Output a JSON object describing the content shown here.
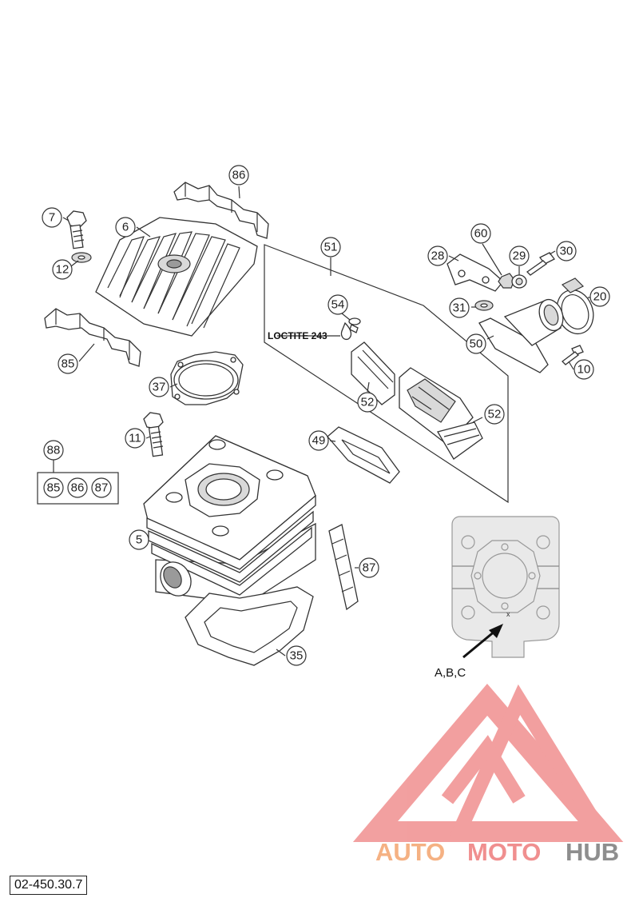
{
  "callouts": {
    "c86": "86",
    "c7": "7",
    "c6": "6",
    "c12": "12",
    "c85": "85",
    "c37": "37",
    "c51": "51",
    "c54": "54",
    "c52a": "52",
    "c52b": "52",
    "c49": "49",
    "c60": "60",
    "c28": "28",
    "c29": "29",
    "c30": "30",
    "c20": "20",
    "c31": "31",
    "c50": "50",
    "c10": "10",
    "c11": "11",
    "c88": "88",
    "c5": "5",
    "c87": "87",
    "c35": "35"
  },
  "kit_contents": [
    "85",
    "86",
    "87"
  ],
  "loctite_label": "LOCTITE 243",
  "inset": {
    "mark_label": "x",
    "reference_label": "A,B,C"
  },
  "logo": {
    "part1": "AUTO",
    "part2": "MOTO",
    "part3": "HUB",
    "colors": {
      "orange": "#f5b183",
      "pink": "#f08f8f",
      "gray": "#8e8e8e"
    }
  },
  "part_number": "02-450.30.7"
}
